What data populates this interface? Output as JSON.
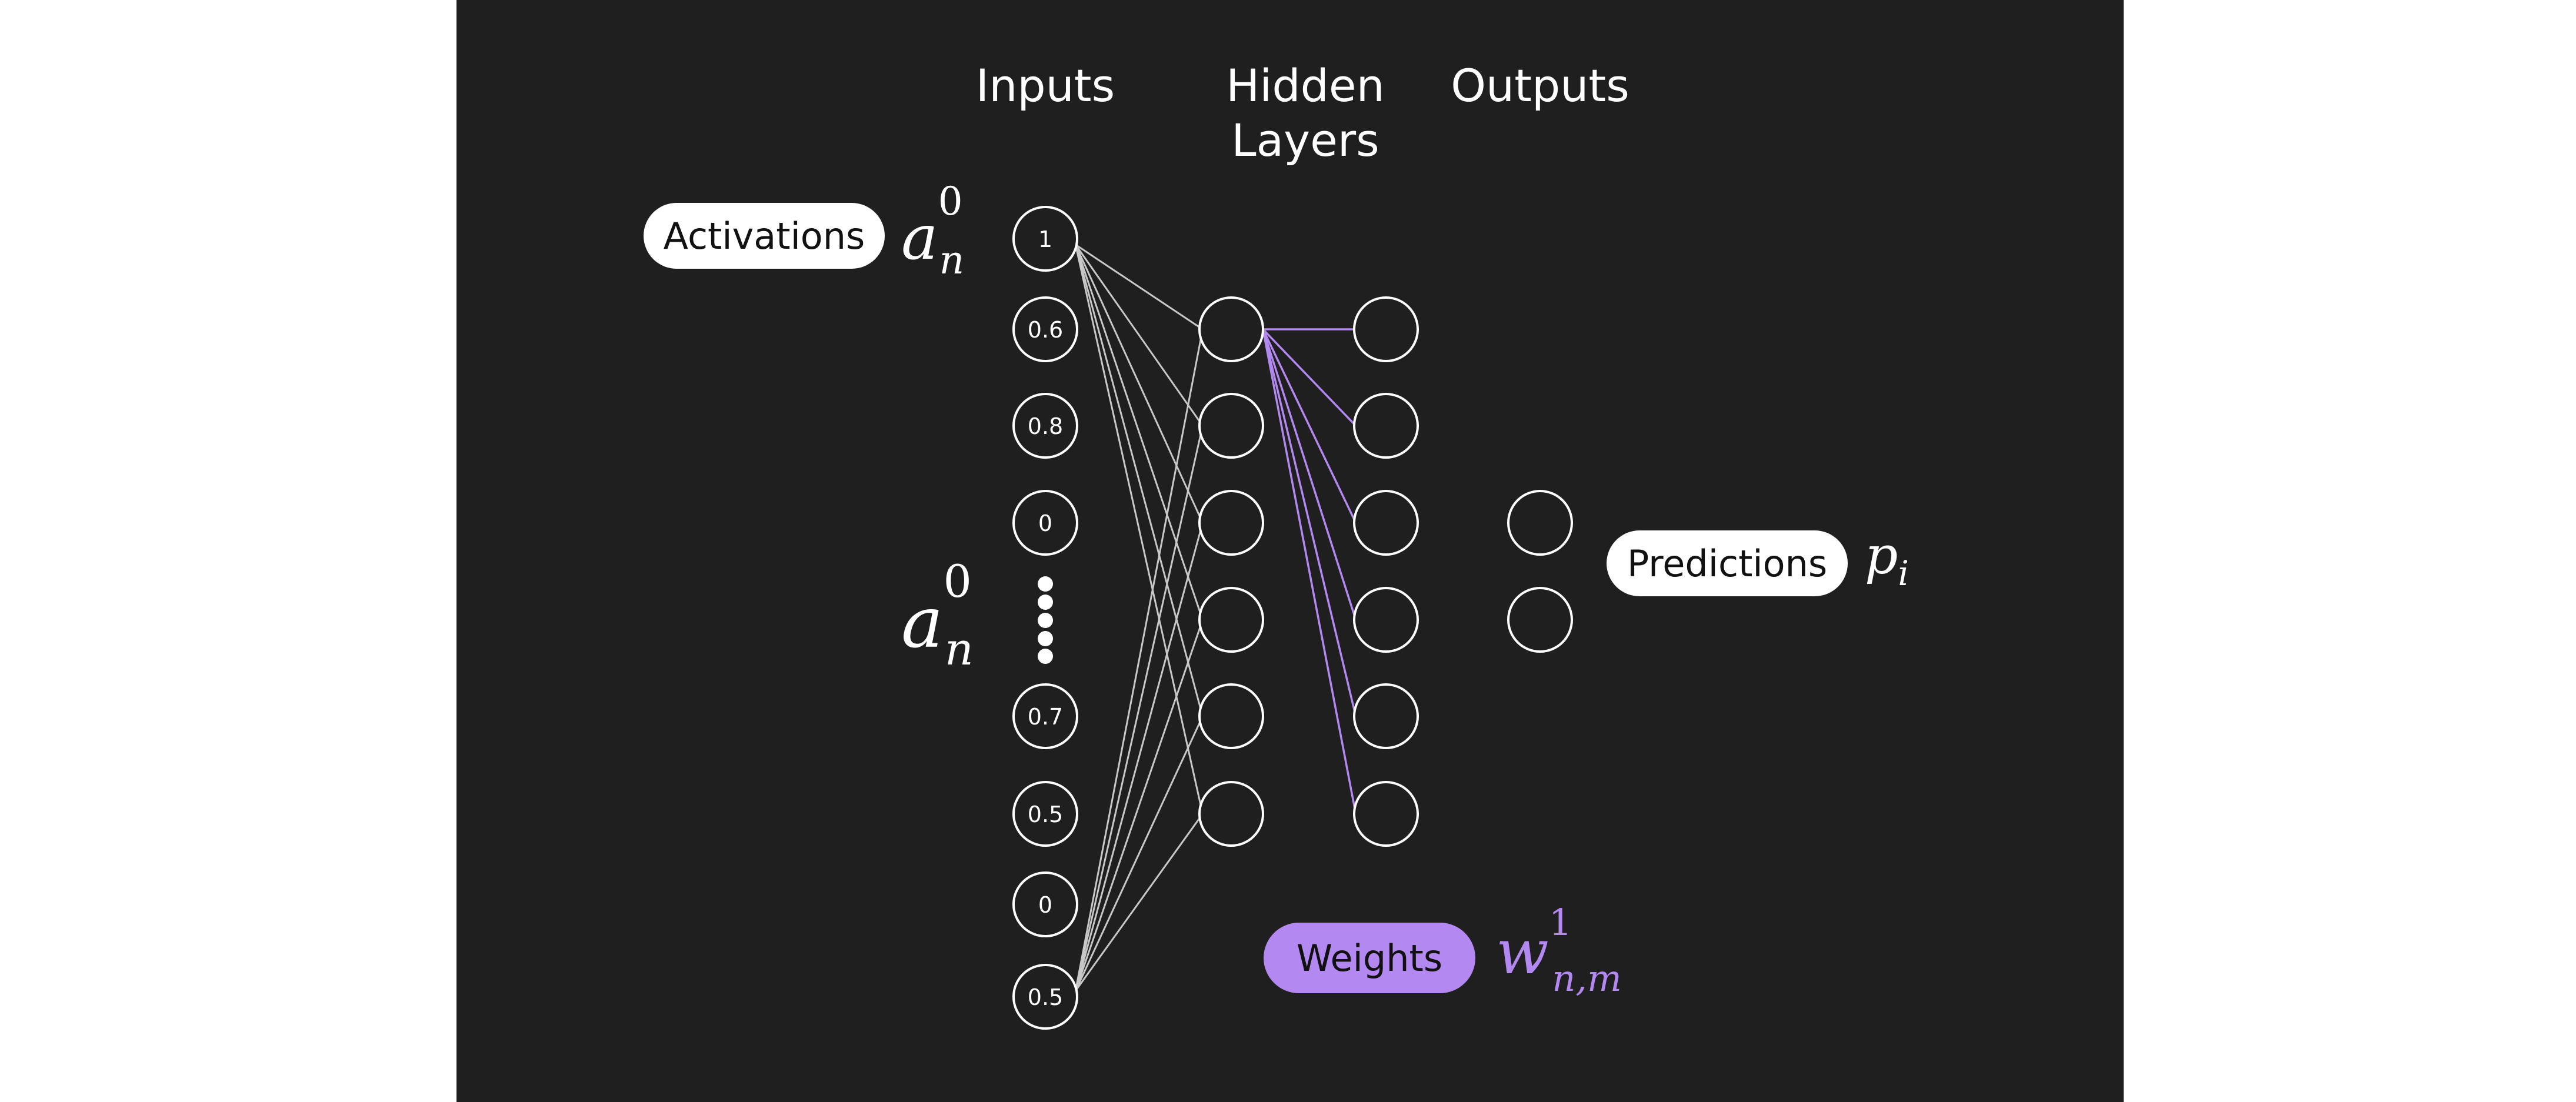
{
  "headings": {
    "inputs": "Inputs",
    "hidden_line1": "Hidden",
    "hidden_line2": "Layers",
    "outputs": "Outputs"
  },
  "pills": {
    "activations": "Activations",
    "predictions": "Predictions",
    "weights": "Weights"
  },
  "math": {
    "activation_base": "a",
    "activation_sub": "n",
    "activation_sup": "0",
    "prediction_base": "p",
    "prediction_sub": "i",
    "weight_base": "w",
    "weight_sub": "n,m",
    "weight_sup": "1"
  },
  "input_values": [
    "1",
    "0.6",
    "0.8",
    "0",
    "0.7",
    "0.5",
    "0",
    "0.5"
  ],
  "colors": {
    "background": "#1f1f1f",
    "node_stroke": "#ffffff",
    "connection": "#c8c8c8",
    "weight_accent": "#b388f0",
    "pill_white": "#ffffff"
  }
}
